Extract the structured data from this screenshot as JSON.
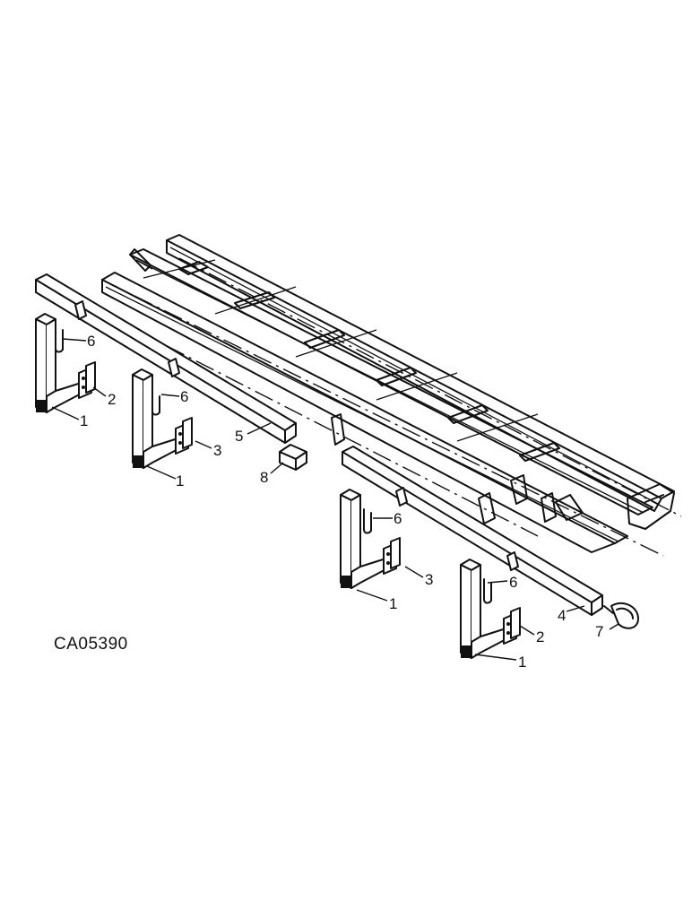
{
  "figure": {
    "drawing_code": "CA05390",
    "callouts": [
      {
        "id": "c1a",
        "label": "1"
      },
      {
        "id": "c6a",
        "label": "6"
      },
      {
        "id": "c2a",
        "label": "2"
      },
      {
        "id": "c1b",
        "label": "1"
      },
      {
        "id": "c6b",
        "label": "6"
      },
      {
        "id": "c3a",
        "label": "3"
      },
      {
        "id": "c5",
        "label": "5"
      },
      {
        "id": "c8",
        "label": "8"
      },
      {
        "id": "c6c",
        "label": "6"
      },
      {
        "id": "c3b",
        "label": "3"
      },
      {
        "id": "c1c",
        "label": "1"
      },
      {
        "id": "c6d",
        "label": "6"
      },
      {
        "id": "c2b",
        "label": "2"
      },
      {
        "id": "c1d",
        "label": "1"
      },
      {
        "id": "c4",
        "label": "4"
      },
      {
        "id": "c7",
        "label": "7"
      }
    ]
  }
}
